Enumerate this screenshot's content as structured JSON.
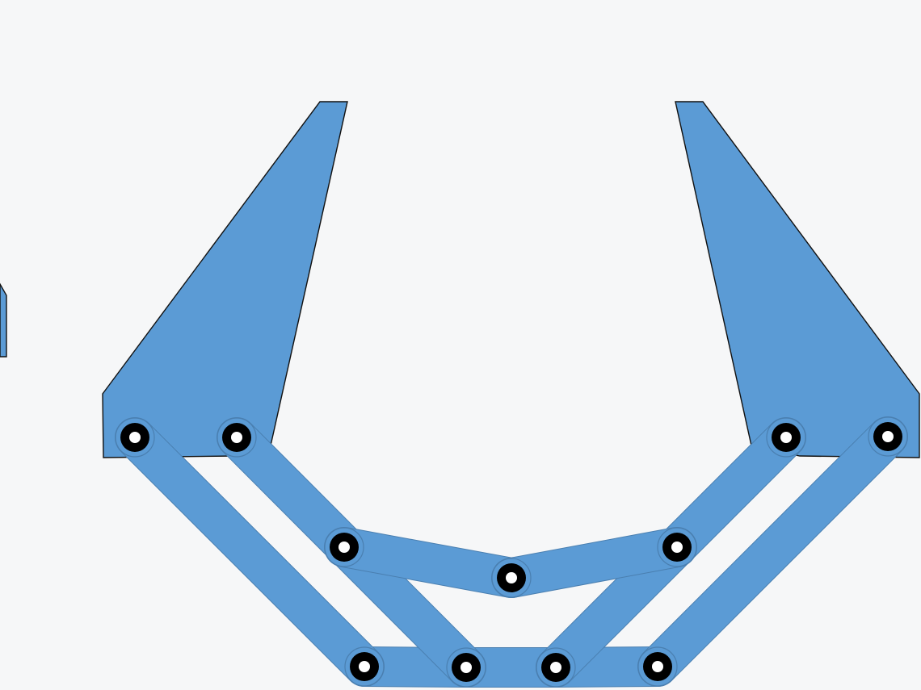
{
  "diagram": {
    "kind": "gripper-linkage",
    "colors": {
      "background": "#f6f7f8",
      "part_fill": "#5b9bd5",
      "part_edge": "#4a7fb0",
      "jaw_outline": "#111111",
      "pin_outer": "#000000",
      "pin_inner": "#ffffff"
    },
    "jaws": [
      {
        "id": "left-jaw",
        "name": "left-jaw"
      },
      {
        "id": "right-jaw",
        "name": "right-jaw"
      }
    ],
    "pins": [
      {
        "id": "left-jaw-outer-pin"
      },
      {
        "id": "left-jaw-inner-pin"
      },
      {
        "id": "right-jaw-inner-pin"
      },
      {
        "id": "right-jaw-outer-pin"
      },
      {
        "id": "left-coupler-pin"
      },
      {
        "id": "center-pivot-pin"
      },
      {
        "id": "right-coupler-pin"
      },
      {
        "id": "base-pin-1"
      },
      {
        "id": "base-pin-2"
      },
      {
        "id": "base-pin-3"
      },
      {
        "id": "base-pin-4"
      }
    ],
    "links": [
      {
        "id": "base-link-left",
        "from": "base-pin-1",
        "to": "base-pin-2"
      },
      {
        "id": "base-link-center",
        "from": "base-pin-2",
        "to": "base-pin-3"
      },
      {
        "id": "base-link-right",
        "from": "base-pin-3",
        "to": "base-pin-4"
      },
      {
        "id": "left-outer-arm",
        "from": "left-jaw-outer-pin",
        "to": "base-pin-1"
      },
      {
        "id": "right-outer-arm",
        "from": "right-jaw-outer-pin",
        "to": "base-pin-4"
      },
      {
        "id": "left-inner-arm",
        "from": "left-jaw-inner-pin",
        "to": "base-pin-2"
      },
      {
        "id": "right-inner-arm",
        "from": "right-jaw-inner-pin",
        "to": "base-pin-3"
      },
      {
        "id": "left-coupler",
        "from": "left-coupler-pin",
        "to": "center-pivot-pin"
      },
      {
        "id": "right-coupler",
        "from": "right-coupler-pin",
        "to": "center-pivot-pin"
      }
    ]
  }
}
